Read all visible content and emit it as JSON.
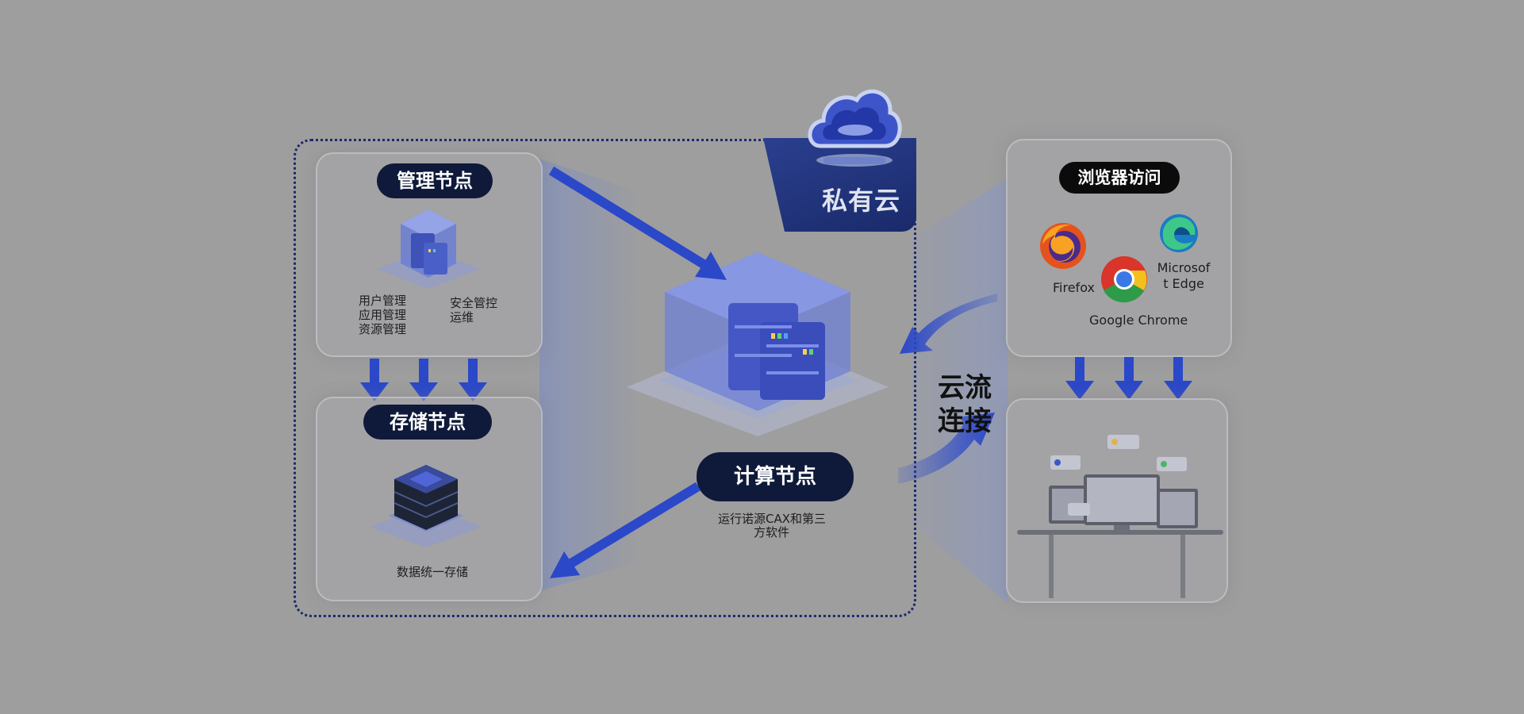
{
  "private_cloud": {
    "label": "私有云"
  },
  "management": {
    "title": "管理节点",
    "functions_left": [
      "用户管理",
      "应用管理",
      "资源管理"
    ],
    "functions_right": [
      "安全管控",
      "运维"
    ]
  },
  "storage": {
    "title": "存储节点",
    "caption": "数据统一存储"
  },
  "compute": {
    "title": "计算节点",
    "caption_line1": "运行诺源CAX和第三",
    "caption_line2": "方软件"
  },
  "stream": {
    "line1": "云流",
    "line2": "连接"
  },
  "browser": {
    "title": "浏览器访问",
    "items": [
      {
        "name": "Firefox",
        "icon": "firefox-icon"
      },
      {
        "name": "Google Chrome",
        "icon": "chrome-icon"
      },
      {
        "name_line1": "Microsof",
        "name_line2": "t Edge",
        "icon": "edge-icon"
      }
    ]
  },
  "colors": {
    "accent_blue": "#2b48c9",
    "dark_navy": "#0f1a3a",
    "background": "#9e9e9e"
  }
}
